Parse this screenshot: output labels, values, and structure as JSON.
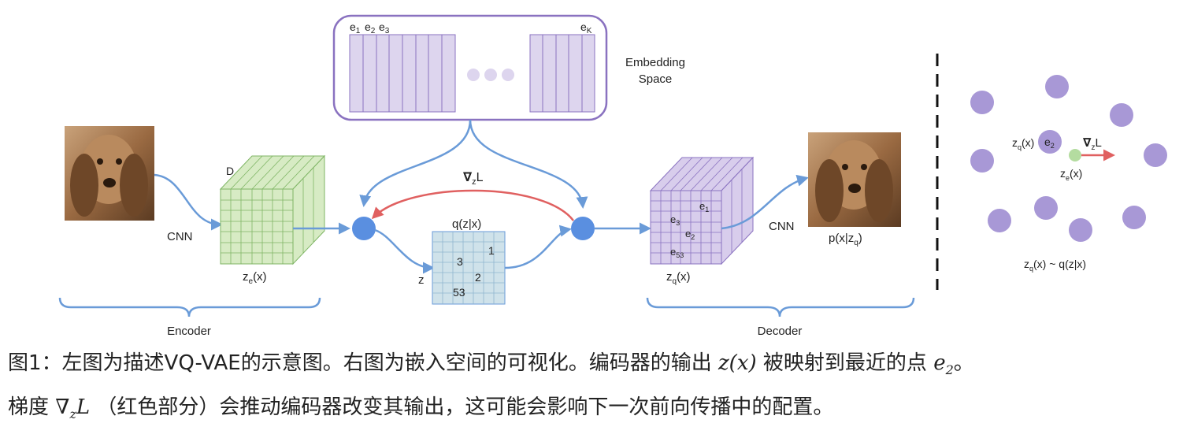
{
  "colors": {
    "arrow_blue": "#6a9bd8",
    "node_blue": "#5a8fe0",
    "arrow_red": "#e06060",
    "embedding_purple": "#8a72c0",
    "embedding_fill": "#ddd5ee",
    "encoder_green": "#d7ebc4",
    "grid_blue": "#cfe2ea",
    "decoder_purple": "#d8cdec",
    "dot_purple": "#a898d6",
    "dot_green": "#b4dca0"
  },
  "embedding": {
    "label_e1": "e",
    "sub_1": "1",
    "label_e2": "e",
    "sub_2": "2",
    "label_e3": "e",
    "sub_3": "3",
    "label_ek": "e",
    "sub_k": "K",
    "title_line1": "Embedding",
    "title_line2": "Space"
  },
  "encoder": {
    "image_icon": "dog-photo-icon",
    "cnn_label": "CNN",
    "depth_label": "D",
    "output_label": "z",
    "output_sub": "e",
    "output_suffix": "(x)",
    "brace_label": "Encoder"
  },
  "gradient": {
    "nabla": "∇",
    "sub": "z",
    "loss": "L"
  },
  "posterior": {
    "label": "q(z|x)",
    "z_label": "z",
    "cells": [
      "1",
      "3",
      "2",
      "53"
    ]
  },
  "decoder": {
    "cells": [
      {
        "base": "e",
        "sub": "1"
      },
      {
        "base": "e",
        "sub": "3"
      },
      {
        "base": "e",
        "sub": "2"
      },
      {
        "base": "e",
        "sub": "53"
      }
    ],
    "output_label": "z",
    "output_sub": "q",
    "output_suffix": "(x)",
    "cnn_label": "CNN",
    "recon_prefix": "p(x|z",
    "recon_sub": "q",
    "recon_suffix": ")",
    "image_icon": "dog-photo-icon",
    "brace_label": "Decoder"
  },
  "right_panel": {
    "zq_label": "z",
    "zq_sub": "q",
    "zq_suffix": "(x)",
    "e2_label": "e",
    "e2_sub": "2",
    "grad_nabla": "∇",
    "grad_sub": "z",
    "grad_loss": "L",
    "ze_label": "z",
    "ze_sub": "e",
    "ze_suffix": "(x)",
    "dist_prefix": "z",
    "dist_sub": "q",
    "dist_suffix": "(x) ~ q(z|x)"
  },
  "caption": {
    "line1_text": "图1：左图为描述VQ-VAE的示意图。右图为嵌入空间的可视化。编码器的输出",
    "line1_math1": "z(x)",
    "line1_mid": "被映射到最近的点",
    "line1_math2_base": "e",
    "line1_math2_sub": "2",
    "line1_end": "。",
    "line2_text1": "梯度",
    "line2_math_nabla": "∇",
    "line2_math_sub": "z",
    "line2_math_L": "L",
    "line2_text2": "（红色部分）会推动编码器改变其输出，这可能会影响下一次前向传播中的配置。"
  }
}
